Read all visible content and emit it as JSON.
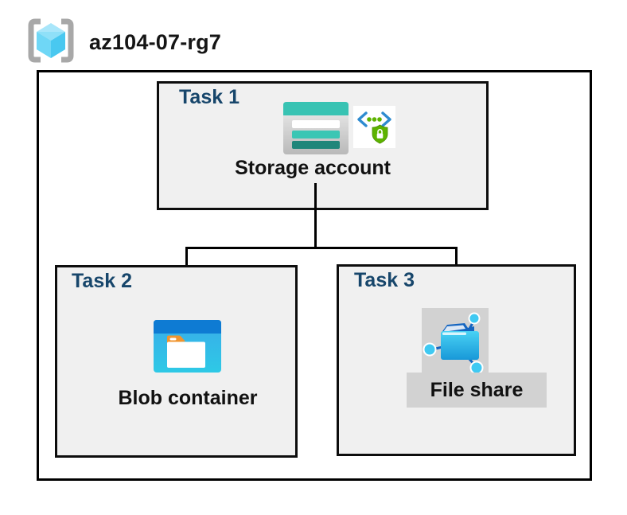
{
  "header": {
    "title": "az104-07-rg7",
    "icon": "resource-group-icon"
  },
  "diagram": {
    "tasks": [
      {
        "label": "Task 1",
        "node": "Storage account",
        "icons": [
          "storage-account-icon",
          "shared-access-signature-icon"
        ]
      },
      {
        "label": "Task 2",
        "node": "Blob container",
        "icons": [
          "blob-container-icon"
        ]
      },
      {
        "label": "Task 3",
        "node": "File share",
        "icons": [
          "file-share-icon"
        ]
      }
    ],
    "connections": [
      {
        "from": "Storage account",
        "to": "Blob container"
      },
      {
        "from": "Storage account",
        "to": "File share"
      }
    ]
  },
  "colors": {
    "task_label_blue": "#17466B",
    "box_fill_gray": "#F0F0F0",
    "border_black": "#000000",
    "storage_teal": "#38C3B3",
    "storage_teal_dark": "#20867A",
    "blob_top_blue": "#0E7BD3",
    "blob_body_blue": "#35B4E5",
    "blob_tab_orange": "#F0952F",
    "file_share_blue": "#1898D8",
    "file_node_cyan": "#3FC9F2",
    "file_link_blue": "#1565C0",
    "rg_cube_cyan": "#6FD7F6",
    "rg_bracket_gray": "#A8A8A8",
    "sas_green": "#5DB300",
    "sas_bracket_blue": "#2E8BD0",
    "icon_bg_gray": "#D2D2D2"
  }
}
